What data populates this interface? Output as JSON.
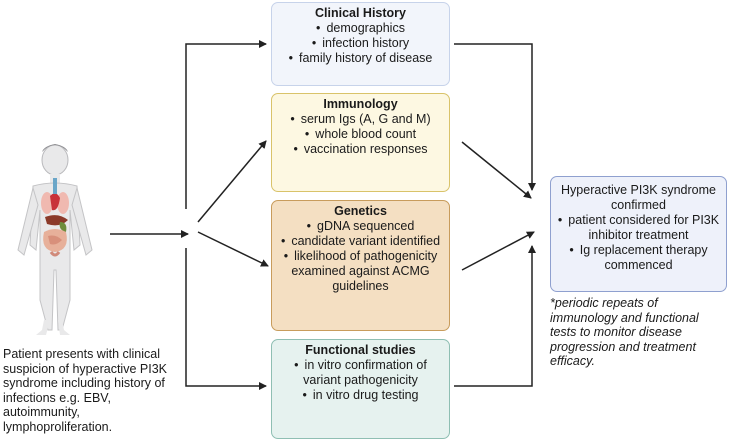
{
  "patient": {
    "description": "Patient presents with clinical suspicion of hyperactive PI3K syndrome including history of infections e.g. EBV, autoimmunity, lymphoproliferation."
  },
  "boxes": {
    "clinical": {
      "title": "Clinical History",
      "items": [
        "demographics",
        "infection history",
        "family history of disease"
      ]
    },
    "immunology": {
      "title": "Immunology",
      "items": [
        "serum Igs (A, G and M)",
        "whole blood count",
        "vaccination responses"
      ]
    },
    "genetics": {
      "title": "Genetics",
      "items": [
        "gDNA sequenced",
        "candidate variant identified",
        "likelihood of pathogenicity examined against ACMG guidelines"
      ]
    },
    "functional": {
      "title": "Functional studies",
      "items": [
        "in vitro confirmation of variant pathogenicity",
        "in vitro drug testing"
      ]
    },
    "confirmed": {
      "title": "Hyperactive PI3K syndrome confirmed",
      "items": [
        "patient considered for PI3K inhibitor treatment",
        "Ig replacement therapy commenced"
      ]
    }
  },
  "note": "*periodic repeats of immunology and functional tests to monitor disease progression and treatment efficacy."
}
